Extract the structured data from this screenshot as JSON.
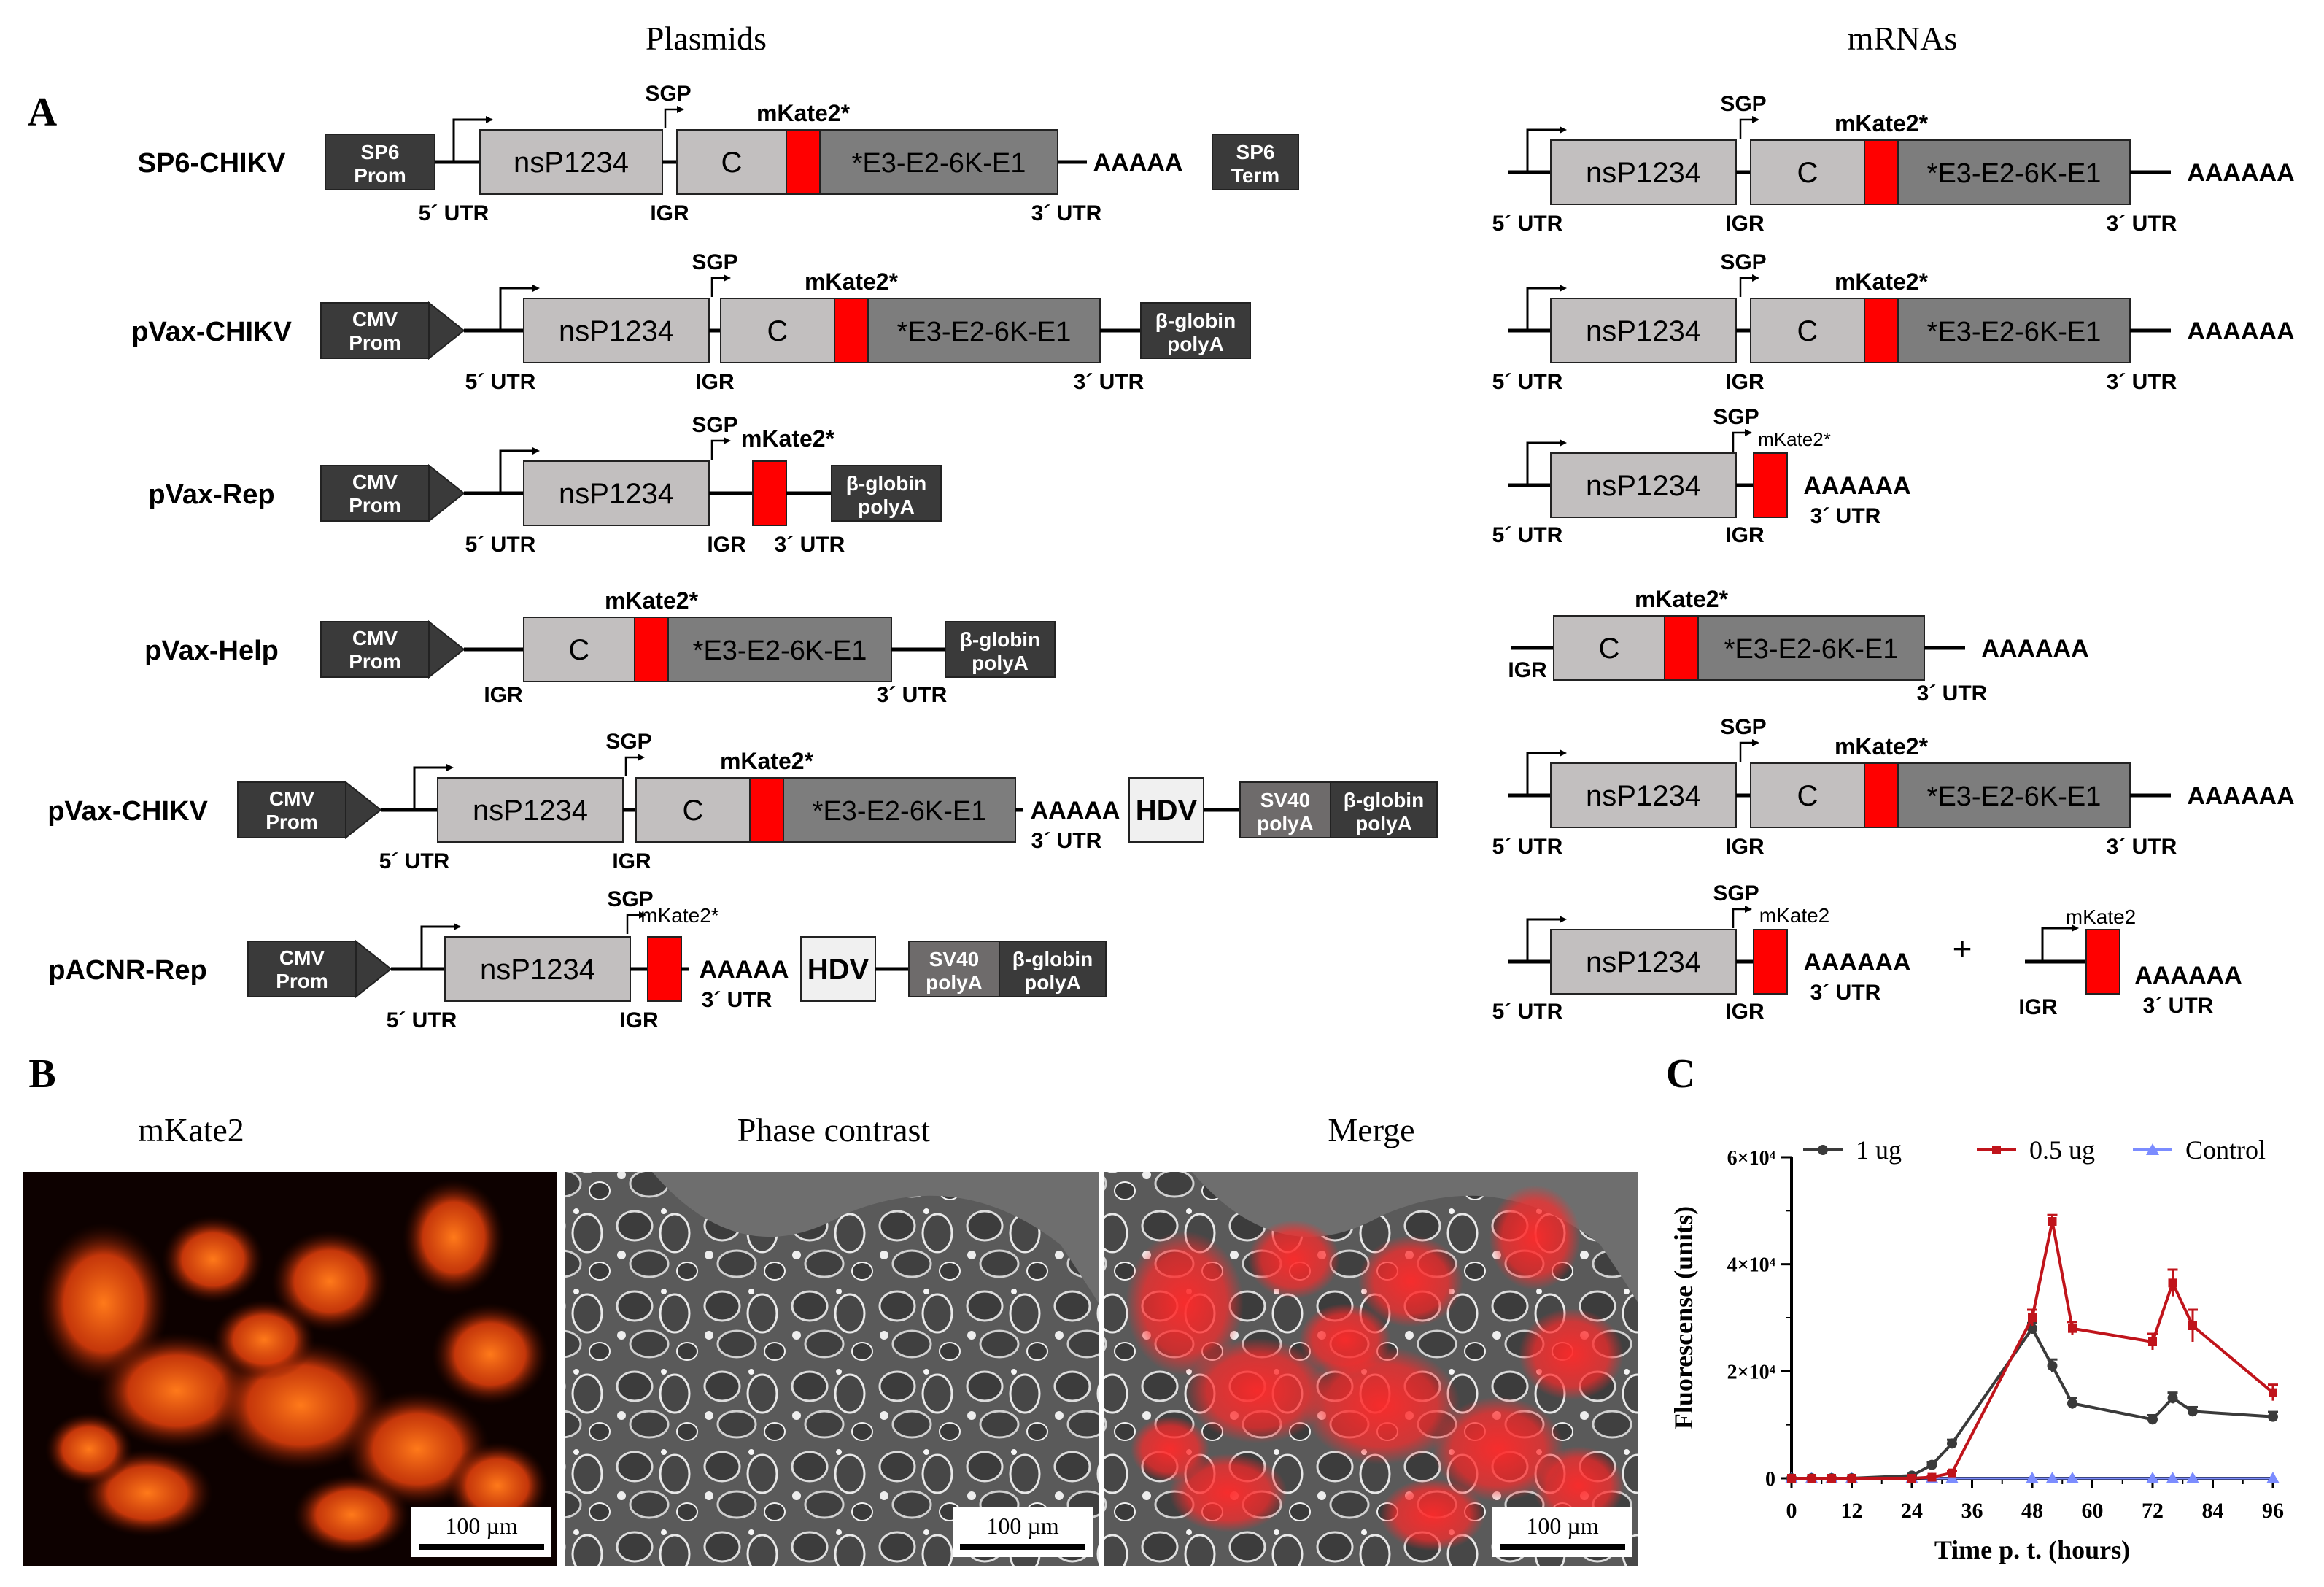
{
  "panel_a": {
    "letter": "A",
    "plasmids_title": "Plasmids",
    "mrnas_title": "mRNAs",
    "construct_names": [
      "SP6-CHIKV",
      "pVax-CHIKV",
      "pVax-Rep",
      "pVax-Help",
      "pVax-CHIKV",
      "pACNR-Rep"
    ],
    "labels": {
      "sp6_prom_line1": "SP6",
      "sp6_prom_line2": "Prom",
      "sp6_term_line1": "SP6",
      "sp6_term_line2": "Term",
      "cmv_line1": "CMV",
      "cmv_line2": "Prom",
      "bglobin_line1": "β-globin",
      "bglobin_line2": "polyA",
      "sv40_line1": "SV40",
      "sv40_line2": "polyA",
      "hdv": "HDV",
      "nsp": "nsP1234",
      "capsid": "C",
      "structural": "*E3-E2-6K-E1",
      "mkate_star": "mKate2*",
      "mkate": "mKate2",
      "sgp": "SGP",
      "igr": "IGR",
      "utr5": "5´ UTR",
      "utr3": "3´ UTR",
      "polya5": "AAAAA",
      "polya6": "AAAAAA",
      "plus": "+"
    },
    "colors": {
      "dark_box": "#3a3a3a",
      "light_box": "#c2bfbf",
      "mid_box": "#7d7d7d",
      "sv40_box": "#6e6b6b",
      "hdv_box": "#f0f0f0",
      "reporter": "#ff0000"
    }
  },
  "panel_b": {
    "letter": "B",
    "titles": [
      "mKate2",
      "Phase contrast",
      "Merge"
    ],
    "scale_bar": "100 µm"
  },
  "panel_c": {
    "letter": "C",
    "chart_data": {
      "type": "line",
      "xlabel": "Time p. t. (hours)",
      "ylabel": "Fluorescense (units)",
      "xlim": [
        0,
        96
      ],
      "ylim": [
        0,
        60000
      ],
      "x_ticks": [
        0,
        12,
        24,
        36,
        48,
        60,
        72,
        84,
        96
      ],
      "y_ticks": [
        0,
        20000,
        40000,
        60000
      ],
      "y_tick_labels": [
        "0",
        "2×10⁴",
        "4×10⁴",
        "6×10⁴"
      ],
      "legend_position": "top",
      "grid": false,
      "series": [
        {
          "name": "1 ug",
          "color": "#3a3a3a",
          "marker": "circle",
          "x": [
            0,
            4,
            8,
            12,
            24,
            28,
            32,
            48,
            52,
            56,
            72,
            76,
            80,
            96
          ],
          "y": [
            0,
            0,
            0,
            0,
            500,
            2500,
            6500,
            28000,
            21000,
            14000,
            11000,
            15000,
            12500,
            11500
          ],
          "err": [
            0,
            0,
            0,
            0,
            300,
            500,
            700,
            1000,
            1200,
            1000,
            800,
            1000,
            800,
            900
          ]
        },
        {
          "name": "0.5 ug",
          "color": "#c0141b",
          "marker": "square",
          "x": [
            0,
            4,
            8,
            12,
            24,
            28,
            32,
            48,
            52,
            56,
            72,
            76,
            80,
            96
          ],
          "y": [
            0,
            0,
            0,
            0,
            0,
            200,
            1000,
            30000,
            48000,
            28000,
            25500,
            36500,
            28500,
            16000
          ],
          "err": [
            0,
            0,
            0,
            0,
            0,
            200,
            300,
            1500,
            1200,
            1200,
            1500,
            2500,
            3000,
            1500
          ]
        },
        {
          "name": "Control",
          "color": "#7b8cff",
          "marker": "triangle",
          "x": [
            0,
            4,
            8,
            12,
            24,
            28,
            32,
            48,
            52,
            56,
            72,
            76,
            80,
            96
          ],
          "y": [
            0,
            0,
            0,
            0,
            0,
            0,
            0,
            0,
            0,
            0,
            0,
            0,
            0,
            0
          ],
          "err": [
            0,
            0,
            0,
            0,
            0,
            0,
            0,
            0,
            0,
            0,
            0,
            0,
            0,
            0
          ]
        }
      ]
    }
  }
}
